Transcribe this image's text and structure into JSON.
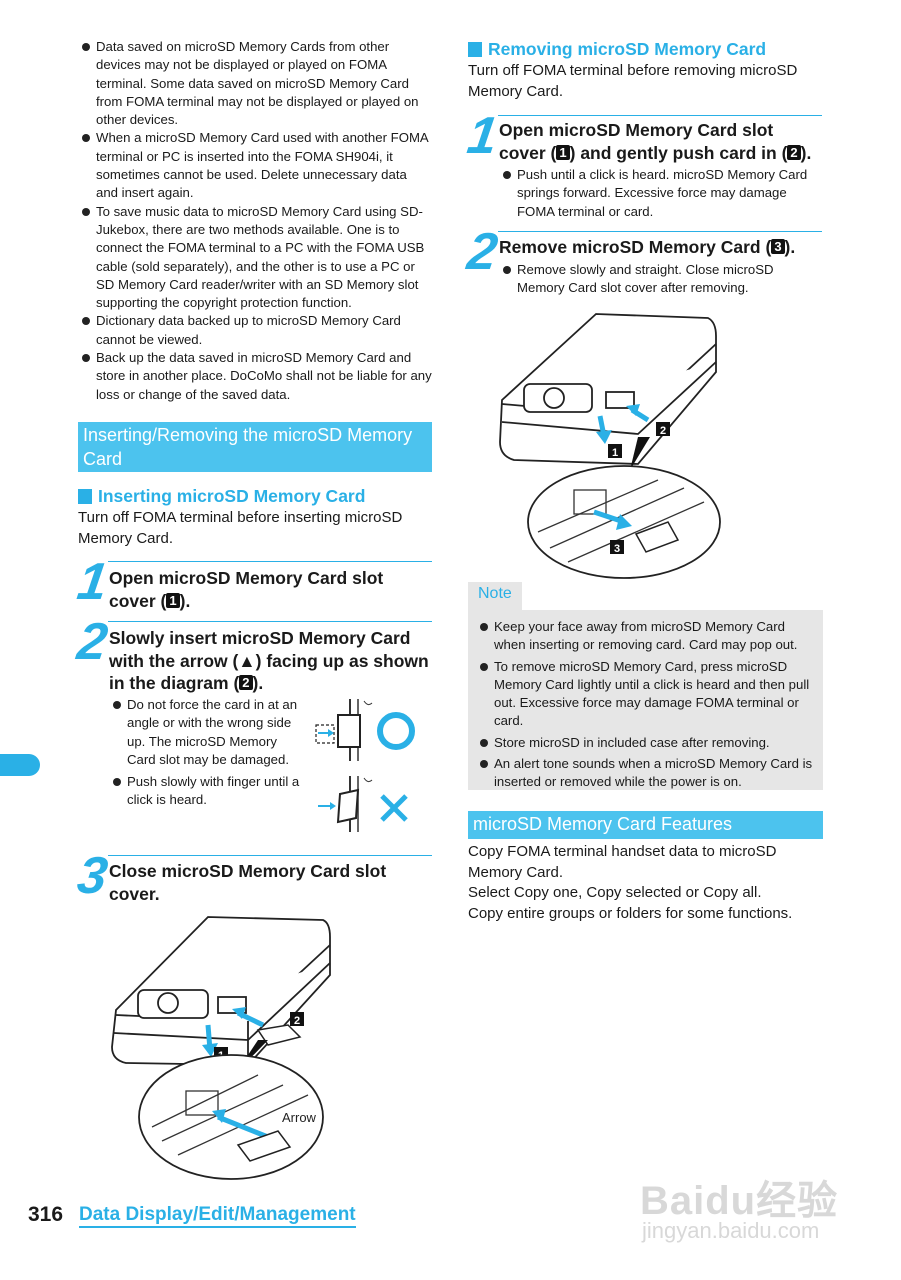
{
  "left_bullets": [
    "Data saved on microSD Memory Cards from other devices may not be displayed or played on FOMA terminal. Some data saved on microSD Memory Card from FOMA terminal may not be displayed or played on other devices.",
    "When a microSD Memory Card used with another FOMA terminal or PC is inserted into the FOMA SH904i, it sometimes cannot be used. Delete unnecessary data and insert again.",
    "To save music data to microSD Memory Card using SD-Jukebox, there are two methods available. One is to connect the FOMA terminal to a PC with the FOMA USB cable (sold separately), and the other is to use a PC or SD Memory Card reader/writer with an SD Memory slot supporting the copyright protection function.",
    "Dictionary data backed up to microSD Memory Card cannot be viewed.",
    "Back up the data saved in microSD Memory Card and store in another place. DoCoMo shall not be liable for any loss or change of the saved data."
  ],
  "section_title": "Inserting/Removing the microSD Memory Card",
  "inserting": {
    "heading": "Inserting microSD Memory Card",
    "intro": "Turn off FOMA terminal before inserting microSD Memory Card.",
    "step1": {
      "num": "1",
      "text": "Open microSD Memory Card slot cover (",
      "box": "1",
      "end": ")."
    },
    "step2": {
      "num": "2",
      "text": "Slowly insert microSD Memory Card with the arrow (▲) facing up as shown in the diagram (",
      "box": "2",
      "end": ")."
    },
    "step2_bullets": [
      "Do not force the card in at an angle or with the wrong side up. The microSD Memory Card slot may be damaged.",
      "Push slowly with finger until a click is heard."
    ],
    "step3": {
      "num": "3",
      "text": "Close microSD Memory Card slot cover."
    },
    "diagram": {
      "label1": "1",
      "label2": "2",
      "arrow_label": "Arrow"
    }
  },
  "removing": {
    "heading": "Removing microSD Memory Card",
    "intro": "Turn off FOMA terminal before removing microSD Memory Card.",
    "step1": {
      "num": "1",
      "text_a": "Open microSD Memory Card slot cover (",
      "box_a": "1",
      "text_b": ") and gently push card in (",
      "box_b": "2",
      "end": ")."
    },
    "step1_bullets": [
      "Push until a click is heard. microSD Memory Card springs forward. Excessive force may damage FOMA terminal or card."
    ],
    "step2": {
      "num": "2",
      "text": "Remove microSD Memory Card (",
      "box": "3",
      "end": ")."
    },
    "step2_bullets": [
      "Remove slowly and straight. Close microSD Memory Card slot cover after removing."
    ],
    "diagram": {
      "label1": "1",
      "label2": "2",
      "label3": "3"
    }
  },
  "note": {
    "title": "Note",
    "items": [
      "Keep your face away from microSD Memory Card when inserting or removing card. Card may pop out.",
      "To remove microSD Memory Card, press microSD Memory Card lightly until a click is heard and then pull out. Excessive force may damage FOMA terminal or card.",
      "Store microSD in included case after removing.",
      "An alert tone sounds when a microSD Memory Card is inserted or removed while the power is on."
    ]
  },
  "features": {
    "title": "microSD Memory Card Features",
    "lines": [
      "Copy FOMA terminal handset data to microSD Memory Card.",
      "Select Copy one, Copy selected or Copy all.",
      "Copy entire groups or folders for some functions."
    ]
  },
  "footer": {
    "page": "316",
    "chapter": "Data Display/Edit/Management"
  },
  "watermark": {
    "brand": "Baidu经验",
    "url": "jingyan.baidu.com"
  },
  "colors": {
    "accent": "#2ab0e6",
    "section_bar": "#4cc3ee",
    "note_bg": "#e6e6e6"
  }
}
